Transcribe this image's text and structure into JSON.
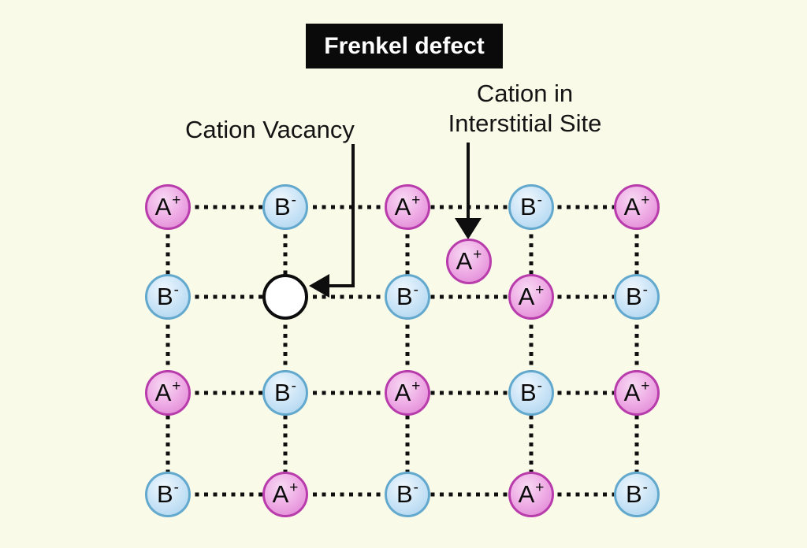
{
  "title": "Frenkel defect",
  "labels": {
    "vacancy": "Cation Vacancy",
    "interstitial_line1": "Cation in",
    "interstitial_line2": "Interstitial Site"
  },
  "colors": {
    "background": "#FAFAE9",
    "title_bg": "#0A0A0A",
    "title_text": "#FFFFFF",
    "cation_fill_light": "#F7D9F3",
    "cation_fill_dark": "#DE7FD2",
    "cation_border": "#B83CAB",
    "anion_fill_light": "#F0F7FD",
    "anion_fill_dark": "#A9D2EE",
    "anion_border": "#63A9CE",
    "vacancy_fill": "#FFFFFF",
    "line_color": "#0E0E0E"
  },
  "lattice": {
    "rows": 4,
    "cols": 5,
    "ions": [
      {
        "row": 1,
        "col": 1,
        "type": "cation",
        "symbol": "A",
        "charge": "+"
      },
      {
        "row": 1,
        "col": 2,
        "type": "anion",
        "symbol": "B",
        "charge": "-"
      },
      {
        "row": 1,
        "col": 3,
        "type": "cation",
        "symbol": "A",
        "charge": "+"
      },
      {
        "row": 1,
        "col": 4,
        "type": "anion",
        "symbol": "B",
        "charge": "-"
      },
      {
        "row": 1,
        "col": 5,
        "type": "cation",
        "symbol": "A",
        "charge": "+"
      },
      {
        "row": 2,
        "col": 1,
        "type": "anion",
        "symbol": "B",
        "charge": "-"
      },
      {
        "row": 2,
        "col": 3,
        "type": "anion",
        "symbol": "B",
        "charge": "-"
      },
      {
        "row": 2,
        "col": 4,
        "type": "cation",
        "symbol": "A",
        "charge": "+"
      },
      {
        "row": 2,
        "col": 5,
        "type": "anion",
        "symbol": "B",
        "charge": "-"
      },
      {
        "row": 3,
        "col": 1,
        "type": "cation",
        "symbol": "A",
        "charge": "+"
      },
      {
        "row": 3,
        "col": 2,
        "type": "anion",
        "symbol": "B",
        "charge": "-"
      },
      {
        "row": 3,
        "col": 3,
        "type": "cation",
        "symbol": "A",
        "charge": "+"
      },
      {
        "row": 3,
        "col": 4,
        "type": "anion",
        "symbol": "B",
        "charge": "-"
      },
      {
        "row": 3,
        "col": 5,
        "type": "cation",
        "symbol": "A",
        "charge": "+"
      },
      {
        "row": 4,
        "col": 1,
        "type": "anion",
        "symbol": "B",
        "charge": "-"
      },
      {
        "row": 4,
        "col": 2,
        "type": "cation",
        "symbol": "A",
        "charge": "+"
      },
      {
        "row": 4,
        "col": 3,
        "type": "anion",
        "symbol": "B",
        "charge": "-"
      },
      {
        "row": 4,
        "col": 4,
        "type": "cation",
        "symbol": "A",
        "charge": "+"
      },
      {
        "row": 4,
        "col": 5,
        "type": "anion",
        "symbol": "B",
        "charge": "-"
      }
    ],
    "vacancy": {
      "row": 2,
      "col": 2
    },
    "interstitial": {
      "type": "cation",
      "symbol": "A",
      "charge": "+",
      "between_rows": [
        1,
        2
      ],
      "between_cols": [
        3,
        4
      ]
    }
  }
}
